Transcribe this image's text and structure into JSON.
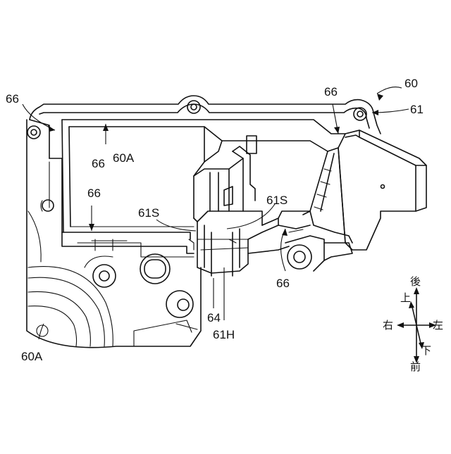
{
  "labels": {
    "l66_top_left": "66",
    "l60": "60",
    "l61": "61",
    "l66_top_right": "66",
    "l66_inner_top": "66",
    "l60A_inner": "60A",
    "l66_inner_mid": "66",
    "l61S_left": "61S",
    "l61S_right": "61S",
    "l66_bottom_right": "66",
    "l64": "64",
    "l61H": "61H",
    "l60A_bottom": "60A"
  },
  "directions": {
    "rear": "後",
    "up": "上",
    "right": "右",
    "left": "左",
    "down": "下",
    "front": "前"
  }
}
